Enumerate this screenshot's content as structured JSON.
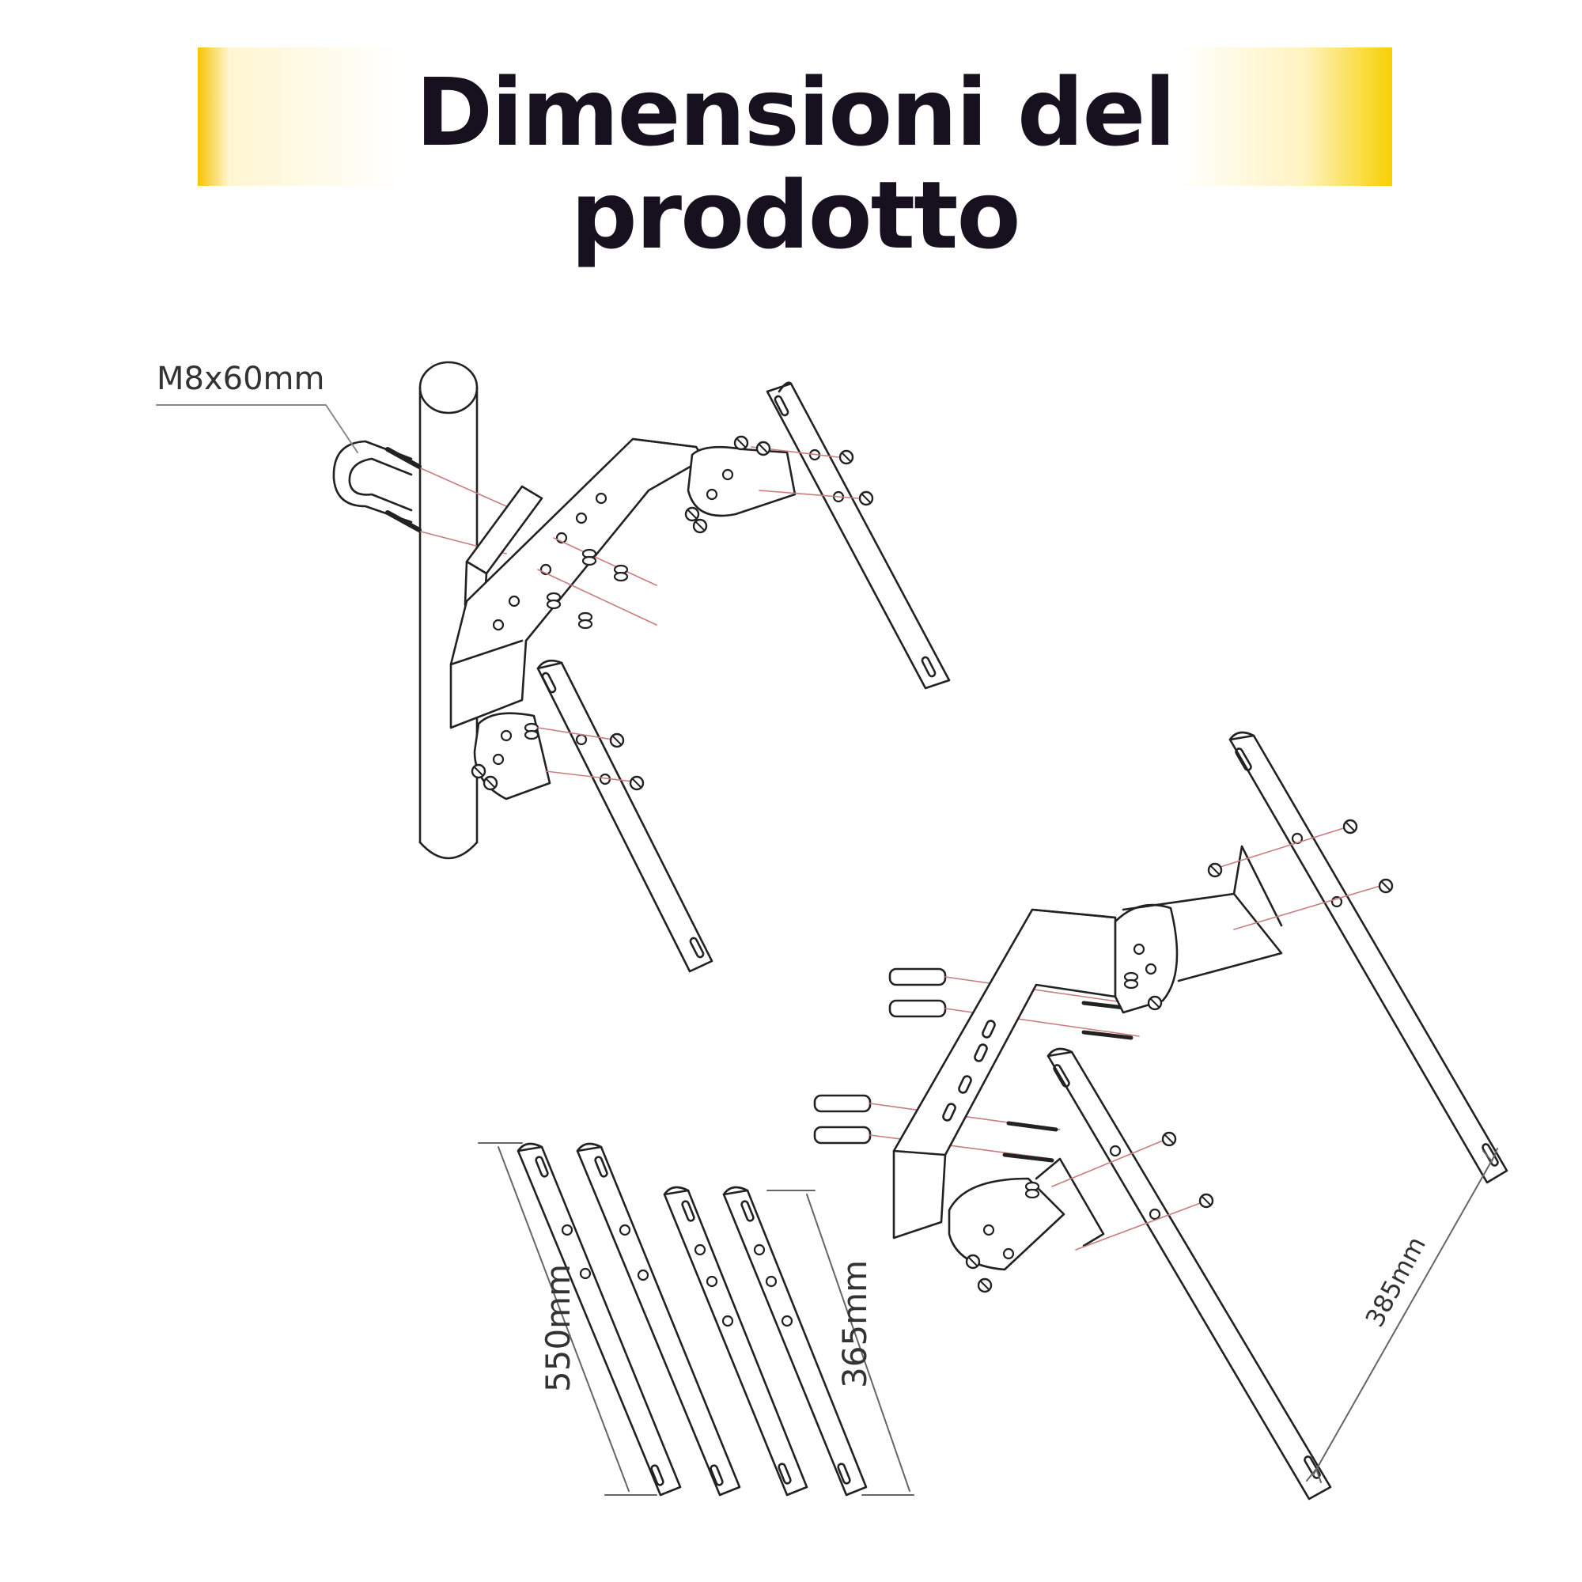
{
  "title": "Dimensioni del prodotto",
  "labels": {
    "bolt": "M8x60mm",
    "long_bar": "550mm",
    "short_bar": "365mm",
    "width": "385mm"
  },
  "colors": {
    "line": "#222222",
    "guide": "#c97c7c",
    "accent": "#f5c400",
    "title": "#16101f"
  }
}
